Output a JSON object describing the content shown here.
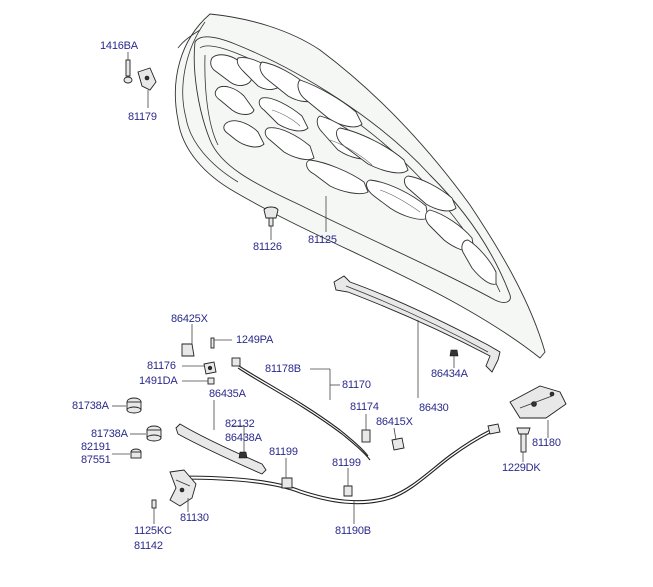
{
  "labels": {
    "p1416BA": "1416BA",
    "p81179": "81179",
    "p81126": "81126",
    "p81125": "81125",
    "p86425X": "86425X",
    "p1249PA": "1249PA",
    "p81176": "81176",
    "p81178B": "81178B",
    "p81170": "81170",
    "p1491DA": "1491DA",
    "p86435A": "86435A",
    "p86434A": "86434A",
    "p86430": "86430",
    "p81738A_1": "81738A",
    "p81174": "81174",
    "p86415X": "86415X",
    "p82132": "82132",
    "p86438A": "86438A",
    "p81738A_2": "81738A",
    "p82191": "82191",
    "p87551": "87551",
    "p81199_1": "81199",
    "p81199_2": "81199",
    "p81180": "81180",
    "p1229DK": "1229DK",
    "p81130": "81130",
    "p1125KC": "1125KC",
    "p81142": "81142",
    "p81190B": "81190B"
  },
  "colors": {
    "label": "#2a2a8c",
    "line": "#222222",
    "hood_fill": "#f4f7f4"
  }
}
